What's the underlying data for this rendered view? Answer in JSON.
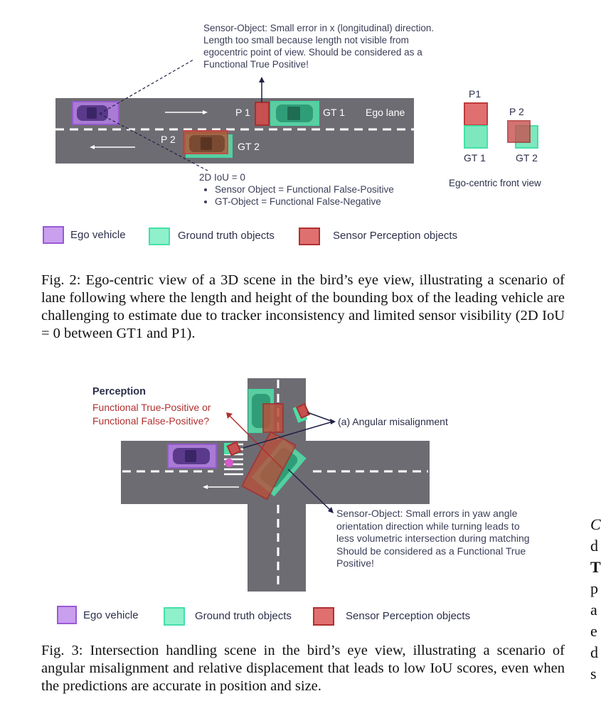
{
  "colors": {
    "ego": "#9b59d6",
    "ground_truth": "#45e0a8",
    "sensor": "#cc3b3b",
    "road": "#6e6c73",
    "arrow": "#1f2145"
  },
  "fig2": {
    "sensor_note": [
      "Sensor-Object: Small error in x (longitudinal) direction.",
      "Length too small because length not visible from",
      "egocentric point of view. Should be considered as a",
      "Functional True Positive!"
    ],
    "labels": {
      "p1": "P 1",
      "gt1": "GT 1",
      "p2": "P 2",
      "gt2": "GT 2",
      "ego_lane": "Ego lane"
    },
    "iou_note": {
      "title": "2D IoU = 0",
      "items": [
        "Sensor Object = Functional False-Positive",
        "GT-Object = Functional False-Negative"
      ]
    },
    "front_view": {
      "p1": "P1",
      "p2": "P 2",
      "gt1": "GT 1",
      "gt2": "GT 2",
      "title": "Ego-centric front view"
    },
    "legend": {
      "ego": "Ego vehicle",
      "gt": "Ground truth objects",
      "sensor": "Sensor Perception objects"
    },
    "caption": "Fig. 2: Ego-centric view of a 3D scene in the bird’s eye view, illustrating a scenario of lane following where the length and height of the bounding box of the leading vehicle are challenging to estimate due to tracker inconsistency and limited sensor visibility (2D IoU = 0 between GT1 and P1)."
  },
  "fig3": {
    "perception_title": "Perception",
    "perception_question": [
      "Functional True-Positive or",
      "Functional False-Positive?"
    ],
    "angular_label": "(a) Angular misalignment",
    "sensor_note": [
      "Sensor-Object: Small errors in yaw angle",
      "orientation direction while turning leads to",
      "less volumetric intersection during matching",
      "Should be considered as a Functional True",
      "Positive!"
    ],
    "legend": {
      "ego": "Ego vehicle",
      "gt": "Ground truth objects",
      "sensor": "Sensor Perception objects"
    },
    "caption": "Fig. 3: Intersection handling scene in the bird’s eye view, illustrating a scenario of angular misalignment and relative displacement that leads to low IoU scores, even when the predictions are accurate in position and size."
  },
  "right_column_fragments": [
    "C",
    "d",
    "T",
    "p",
    "a",
    "e",
    "d",
    "s"
  ]
}
